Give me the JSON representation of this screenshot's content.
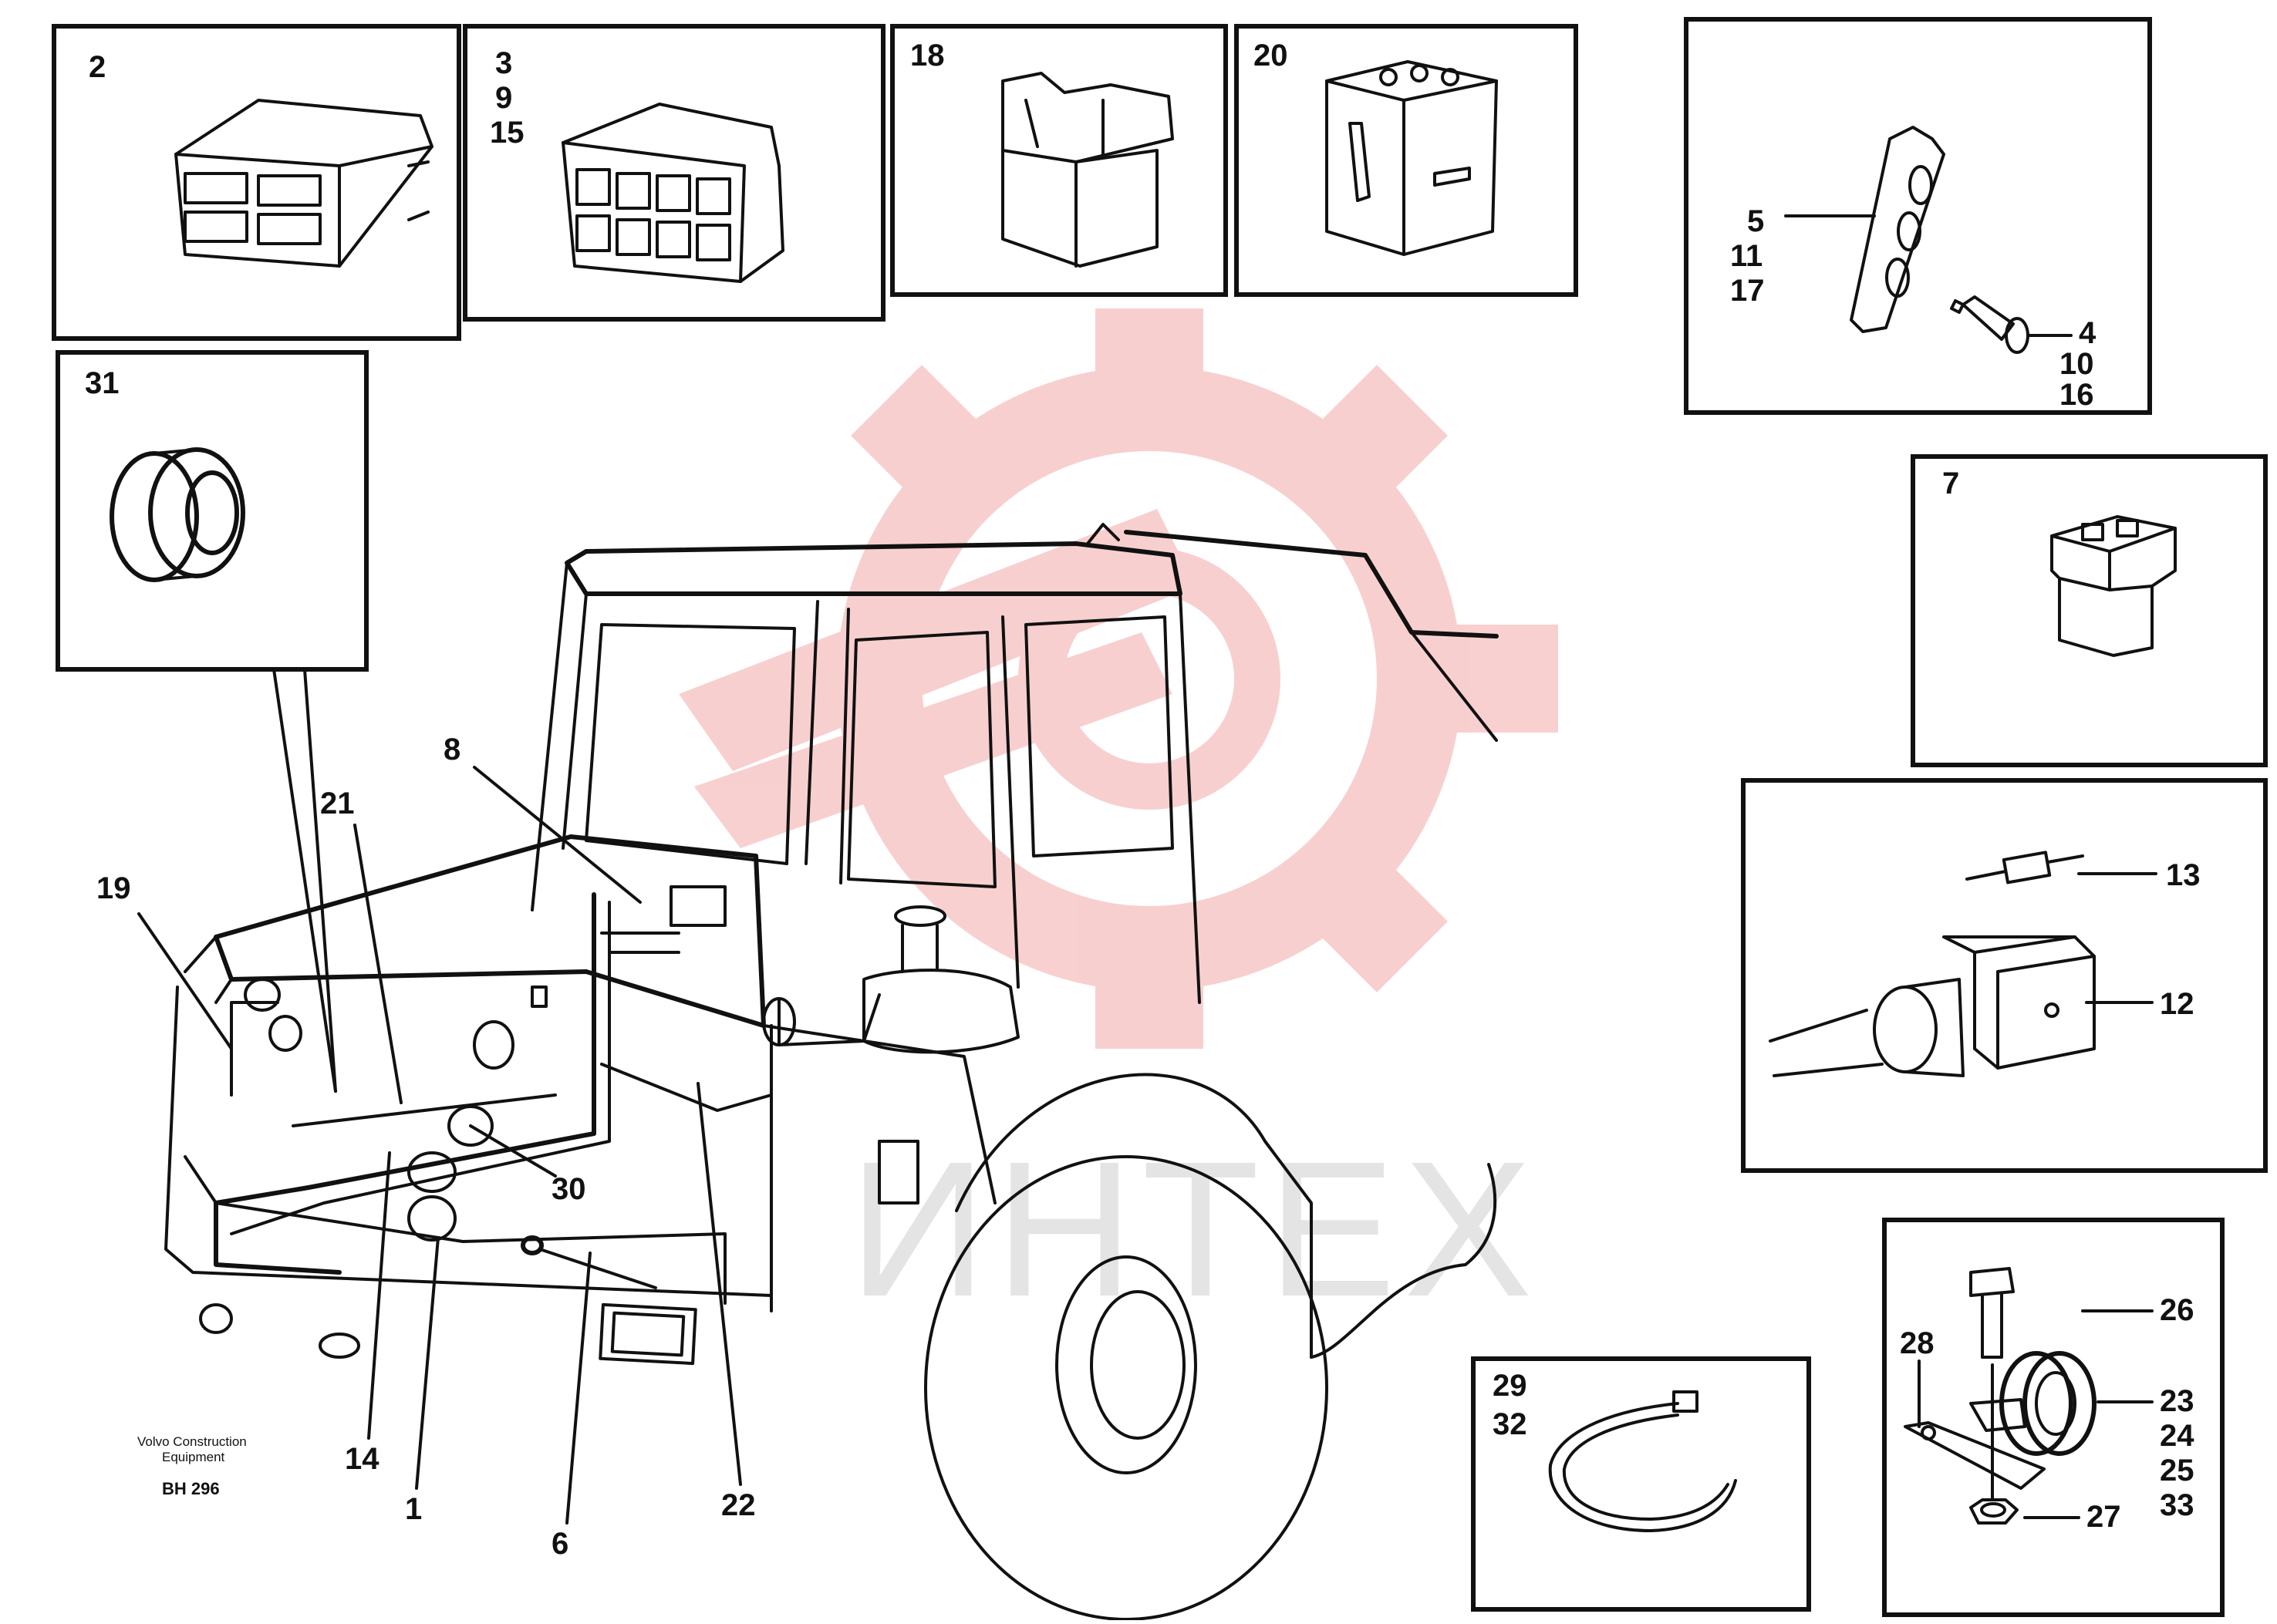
{
  "diagram": {
    "footer": {
      "company_line1": "Volvo Construction",
      "company_line2": "Equipment",
      "drawing_code": "BH 296"
    },
    "watermark": {
      "text": "ИНТЕХ",
      "color": "#f4a9a9"
    },
    "insets": {
      "i2": [
        "2"
      ],
      "i3": [
        "3",
        "9",
        "15"
      ],
      "i18": [
        "18"
      ],
      "i20": [
        "20"
      ],
      "i5": [
        "5",
        "11",
        "17"
      ],
      "i4": [
        "4",
        "10",
        "16"
      ],
      "i31": [
        "31"
      ],
      "i7": [
        "7"
      ],
      "i13": [
        "13"
      ],
      "i12": [
        "12"
      ],
      "i29": [
        "29",
        "32"
      ],
      "i26": [
        "26"
      ],
      "i28": [
        "28"
      ],
      "i23": [
        "23",
        "24",
        "25",
        "33"
      ],
      "i27": [
        "27"
      ]
    },
    "callouts": {
      "c8": "8",
      "c21": "21",
      "c19": "19",
      "c30": "30",
      "c14": "14",
      "c1": "1",
      "c6": "6",
      "c22": "22"
    }
  }
}
